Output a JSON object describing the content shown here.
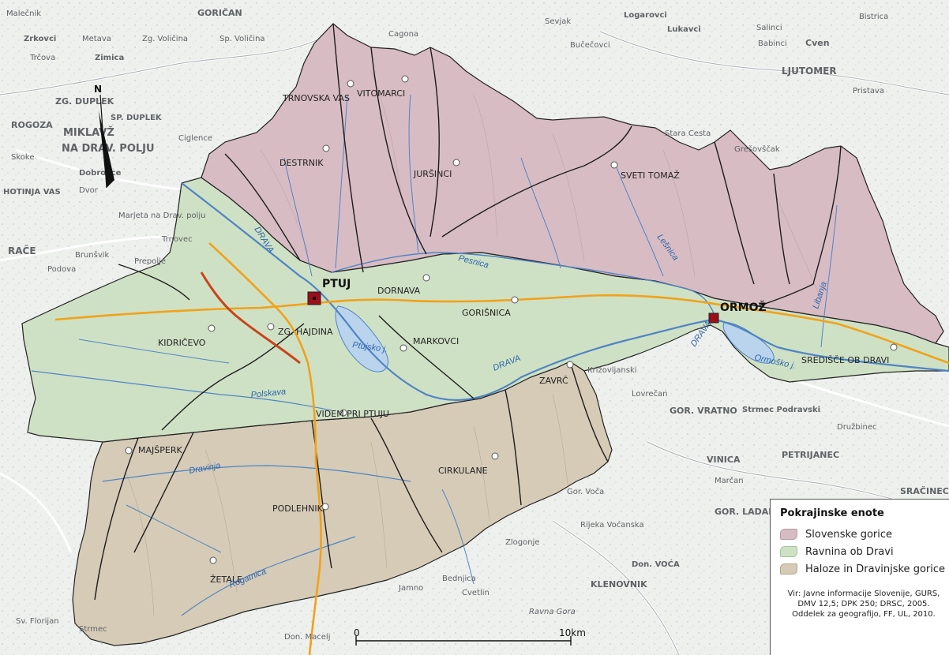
{
  "colors": {
    "slovenske": "#d8bcc3",
    "ravnina": "#cfe1c5",
    "haloze": "#d6cbb7",
    "water": "#b9d4ec",
    "river": "#4f84c4",
    "road_main": "#f0a21a",
    "road_motorway": "#c8441a",
    "border": "#222222"
  },
  "places": {
    "ptuj": "PTUJ",
    "ormoz": "ORMOŽ",
    "trnovska_vas": "TRNOVSKA VAS",
    "vitomarci": "VITOMARCI",
    "destrnik": "DESTRNIK",
    "jursinci": "JURŠINCI",
    "sveti_tomaz": "SVETI TOMAŽ",
    "dornava": "DORNAVA",
    "gorisnica": "GORIŠNICA",
    "kidricevo": "KIDRIČEVO",
    "zg_hajdina": "ZG. HAJDINA",
    "markovci": "MARKOVCI",
    "sredisce": "SREDIŠČE OB DRAVI",
    "zavrc": "ZAVRČ",
    "videm": "VIDEM PRI PTUJU",
    "majsperk": "MAJŠPERK",
    "cirkulane": "CIRKULANE",
    "podlehnik": "PODLEHNIK",
    "zetale": "ŽETALE"
  },
  "water_labels": {
    "drava1": "DRAVA",
    "drava2": "DRAVA",
    "drava3": "DRAVA",
    "pesnica": "Pesnica",
    "lesnica": "Lešnica",
    "libanja": "Libanja",
    "ptujsko": "Ptujsko j.",
    "ormosko": "Ormoško j.",
    "polskava": "Polskava",
    "dravinja": "Dravinja",
    "rogatnica": "Rogatnica"
  },
  "bg_labels": {
    "gorican": "GORIČAN",
    "sp_volicina": "Sp. Voličina",
    "zg_volicina": "Zg. Voličina",
    "zg_duplek": "ZG. DUPLEK",
    "sp_duplek": "SP. DUPLEK",
    "rogoza": "ROGOZA",
    "miklavz": "MIKLAVŽ",
    "na_dr_polju": "NA DRAV. POLJU",
    "skoke": "Skoke",
    "hotinja": "HOTINJA VAS",
    "race": "RAČE",
    "podova": "Podova",
    "brunsvik": "Brunšvik",
    "prepolje": "Prepolje",
    "ljutomer": "LJUTOMER",
    "cven": "Cven",
    "babinci": "Babinci",
    "bistrica": "Bistrica",
    "stara_cesta": "Stara Cesta",
    "gresovscak": "Grešovščak",
    "vinica": "VINICA",
    "gor_vratno": "GOR. VRATNO",
    "petrijanec": "PETRIJANEC",
    "strmec": "Strmec Podravski",
    "druzbinec": "Družbinec",
    "marcan": "Marčan",
    "gor_ladanje": "GOR. LADANJE",
    "sracinec": "SRAČINEC",
    "klenovnik": "KLENOVNIK",
    "don_voca": "Don. VOĆA",
    "zlogonje": "Zlogonje",
    "don_macelj": "Don. Macelj",
    "krizovljan": "Križovljanski",
    "gor_voca": "Gor. Voča",
    "rijeka": "Rijeka Voćanska",
    "bednjica": "Bednjica",
    "jamno": "Jamno",
    "cvetlin": "Cvetlin",
    "ravna_gora": "Ravna Gora",
    "sv_florijan": "Sv. Florijan",
    "strmec_sv": "Strmec",
    "dobrovce": "Dobrovce",
    "dvor": "Dvor",
    "marjeta": "Marjeta na Drav. polju",
    "lovrecan": "Lovrečan",
    "trnovec": "Trnovec",
    "cigl": "Ciglence",
    "lukavci": "Lukavci",
    "sevjak": "Sevjak",
    "logarovci": "Logarovci",
    "bucecovci": "Bučečovci",
    "cagona": "Cagona",
    "malecnik": "Malečnik",
    "zrkovci": "Zrkovci",
    "trcova": "Trčova",
    "metava": "Metava",
    "zimica": "Zimica",
    "pristava": "Pristava",
    "salinci": "Salinci"
  },
  "scale": {
    "start": "0",
    "end": "10km"
  },
  "north": "N",
  "legend": {
    "title": "Pokrajinske enote",
    "items": [
      {
        "name": "Slovenske gorice",
        "color": "#d8bcc3"
      },
      {
        "name": "Ravnina ob Dravi",
        "color": "#cfe1c5"
      },
      {
        "name": "Haloze in Dravinjske gorice",
        "color": "#d6cbb7"
      }
    ],
    "source_line1": "Vir: Javne informacije Slovenije, GURS,",
    "source_line2": "DMV 12,5; DPK 250; DRSC, 2005.",
    "source_line3": "Oddelek za geografijo, FF, UL, 2010."
  }
}
